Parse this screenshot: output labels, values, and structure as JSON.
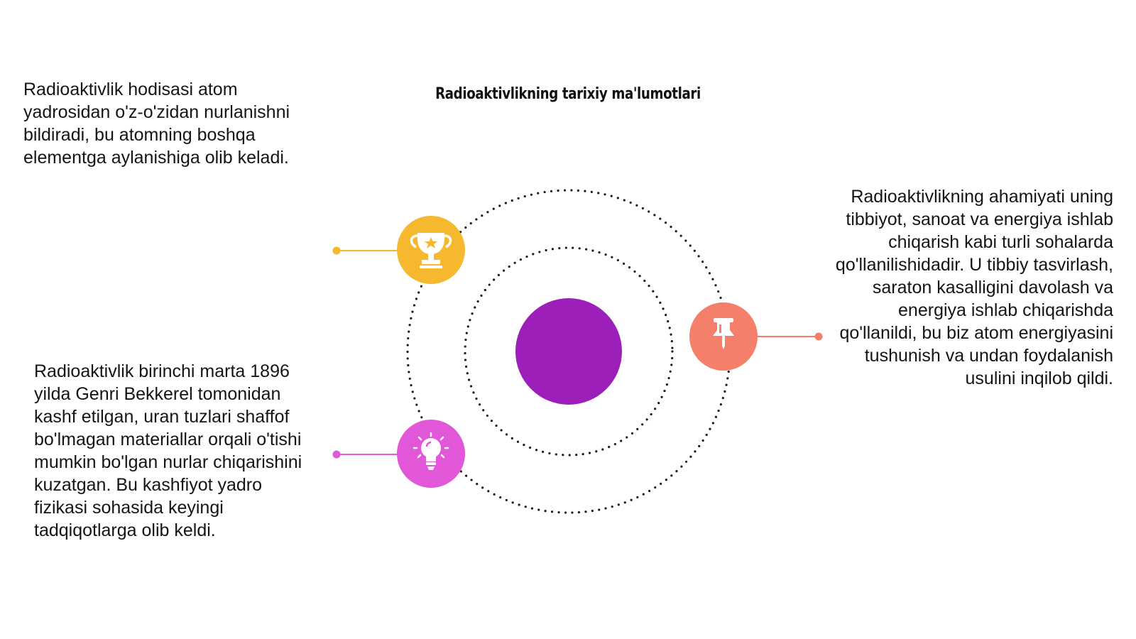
{
  "title": "Radioaktivlikning tarixiy ma'lumotlari",
  "blocks": [
    {
      "text": "Radioaktivlik hodisasi atom yadrosidan o'z-o'zidan nurlanishni bildiradi, bu atomning boshqa elementga aylanishiga olib keladi.",
      "icon": "trophy-icon",
      "color": "#F5B82E"
    },
    {
      "text": "Radioaktivlik birinchi marta 1896 yilda Genri Bekkerel tomonidan kashf etilgan, uran tuzlari shaffof bo'lmagan materiallar orqali o'tishi mumkin bo'lgan nurlar chiqarishini kuzatgan. Bu kashfiyot yadro fizikasi sohasida keyingi tadqiqotlarga olib keldi.",
      "icon": "lightbulb-icon",
      "color": "#E157D8"
    },
    {
      "text": "Radioaktivlikning ahamiyati uning tibbiyot, sanoat va energiya ishlab chiqarish kabi turli sohalarda qo'llanilishidadir. U tibbiy tasvirlash, saraton kasalligini davolash va energiya ishlab chiqarishda qo'llanildi, bu biz atom energiyasini tushunish va undan foydalanish usulini inqilob qildi.",
      "icon": "pushpin-icon",
      "color": "#F47F6B"
    }
  ],
  "center_color": "#9B1FB8"
}
